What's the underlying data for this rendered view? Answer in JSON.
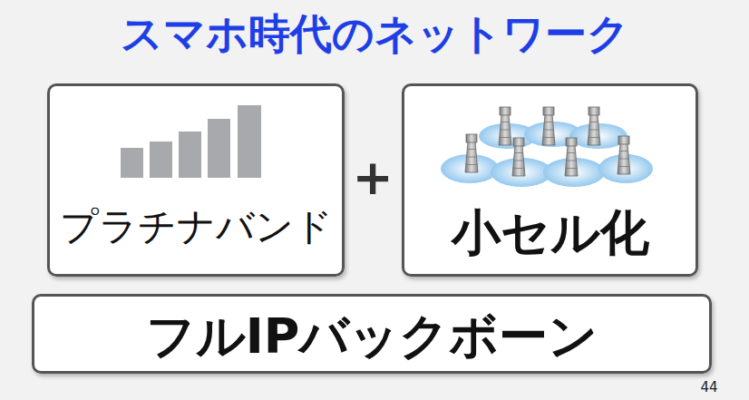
{
  "diagram": {
    "title": "スマホ時代のネットワーク",
    "nodes": [
      {
        "text": [
          "プラチナバンド"
        ]
      },
      {
        "text": [
          "小セル化"
        ]
      },
      {
        "text": [
          "フルIPバックボーン"
        ]
      }
    ],
    "labels": [
      "+",
      "44"
    ]
  }
}
